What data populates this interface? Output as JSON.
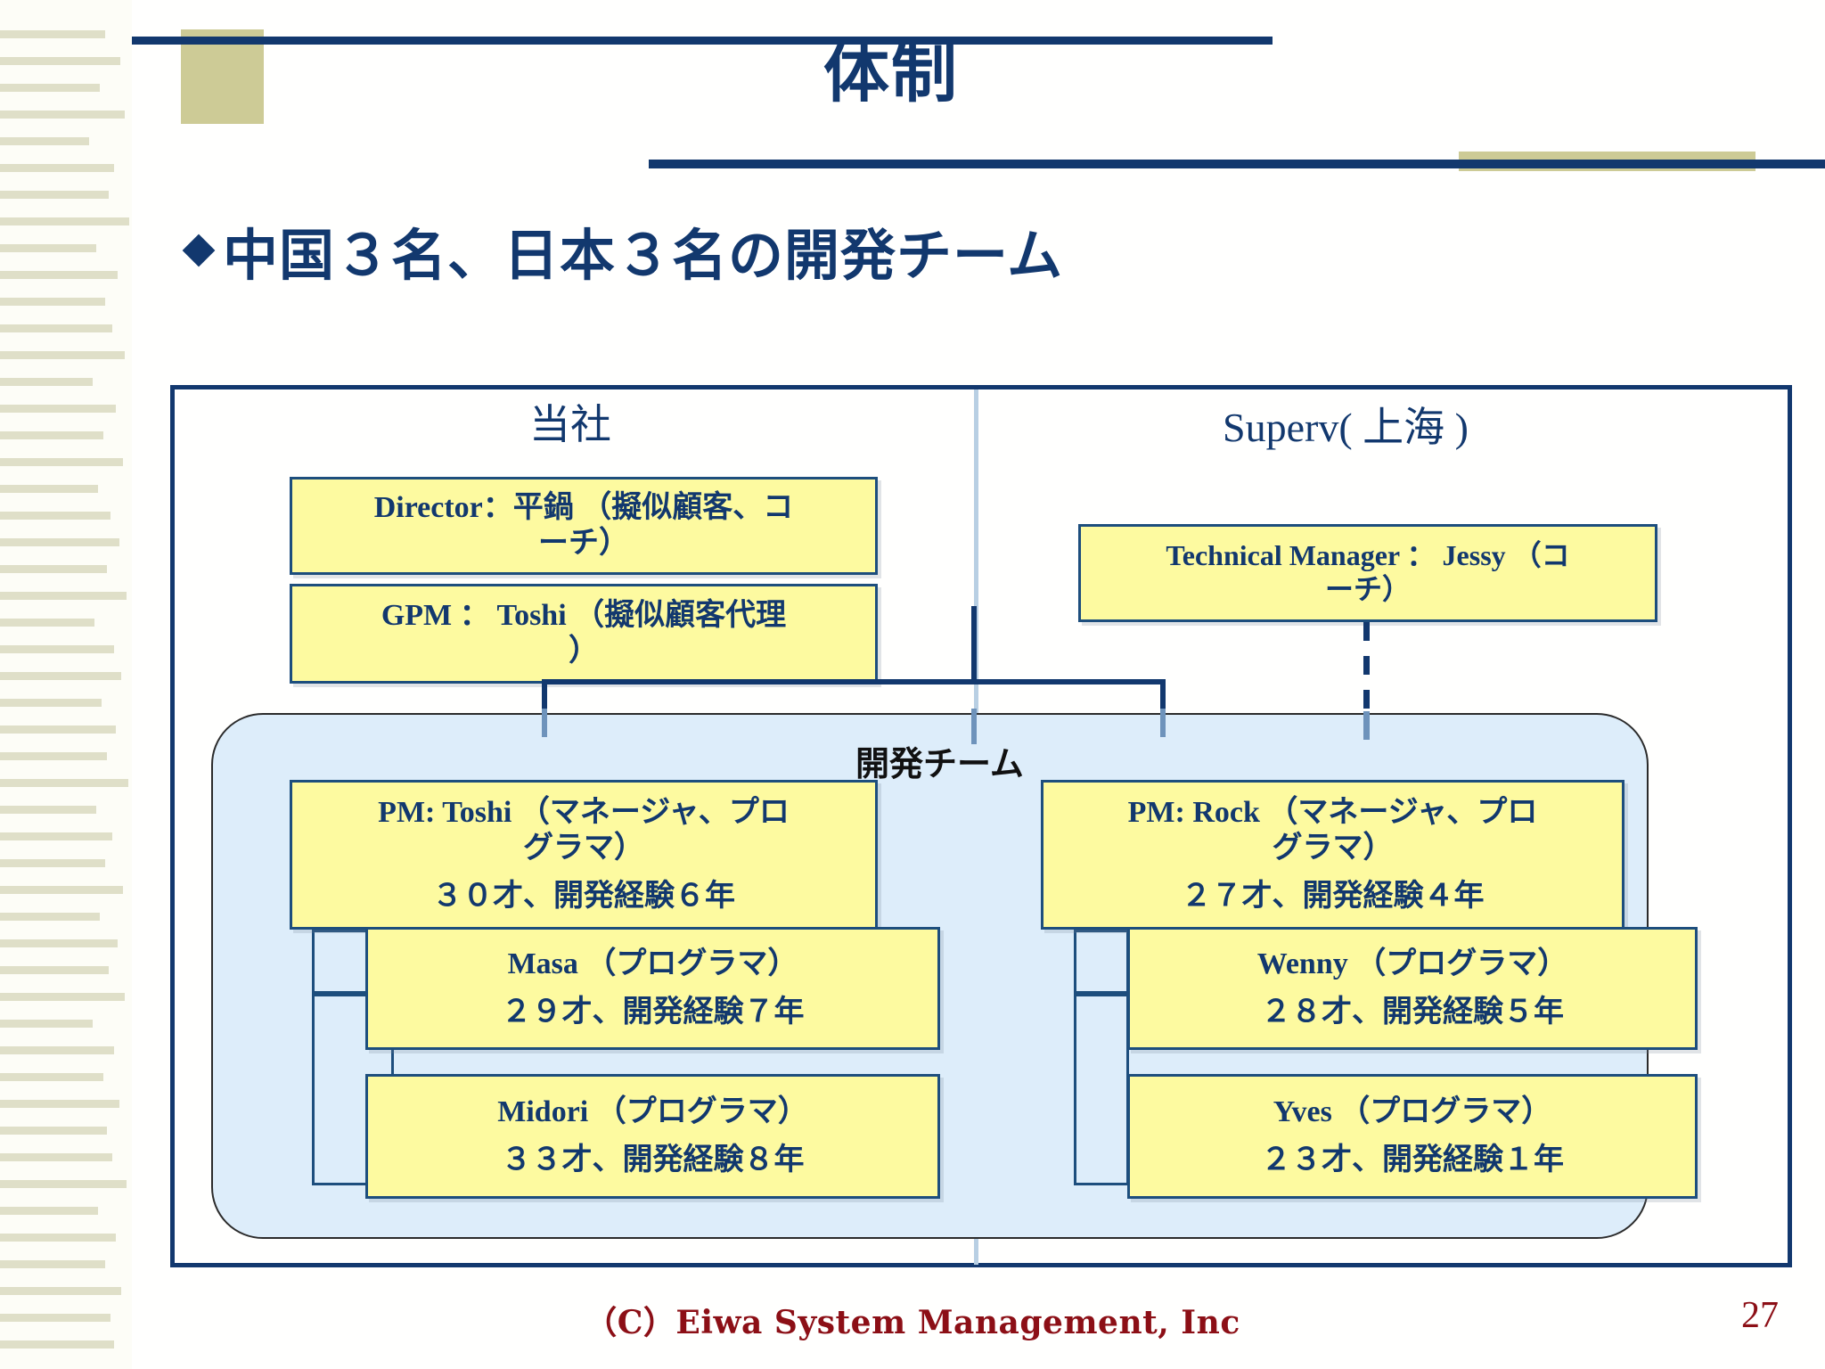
{
  "slide": {
    "title": "体制",
    "page_number": "27",
    "footer": "（C）Eiwa System Management, Inc",
    "accent_color": "#12386e",
    "tan_color": "#cdcb96",
    "box_fill": "#fdfaa0",
    "devteam_fill": "#ddedfa",
    "footer_color": "#8c0f16"
  },
  "bullet": {
    "icon": "diamond-bullet-icon",
    "text": "中国３名、日本３名の開発チーム"
  },
  "diagram": {
    "devteam_label": "開発チーム",
    "columns": [
      {
        "id": "left",
        "heading": "当社",
        "boxes": [
          {
            "id": "director",
            "line1": "Director：平鍋 （擬似顧客、コ",
            "line2": "ーチ）"
          },
          {
            "id": "gpm",
            "line1": "GPM ： Toshi （擬似顧客代理",
            "line2": "）"
          },
          {
            "id": "pm-toshi",
            "line1": "PM: Toshi （マネージャ、プロ",
            "line2": "グラマ）",
            "line3": "３０才、開発経験６年"
          },
          {
            "id": "masa",
            "line1": "Masa （プログラマ）",
            "line2": "２９才、開発経験７年"
          },
          {
            "id": "midori",
            "line1": "Midori （プログラマ）",
            "line2": "３３才、開発経験８年"
          }
        ]
      },
      {
        "id": "right",
        "heading": "Superv( 上海 )",
        "boxes": [
          {
            "id": "technical-manager",
            "line1": "Technical Manager ： Jessy （コ",
            "line2": "ーチ）"
          },
          {
            "id": "pm-rock",
            "line1": "PM: Rock （マネージャ、プロ",
            "line2": "グラマ）",
            "line3": "２７才、開発経験４年"
          },
          {
            "id": "wenny",
            "line1": "Wenny （プログラマ）",
            "line2": "２８才、開発経験５年"
          },
          {
            "id": "yves",
            "line1": "Yves （プログラマ）",
            "line2": "２３才、開発経験１年"
          }
        ]
      }
    ]
  }
}
